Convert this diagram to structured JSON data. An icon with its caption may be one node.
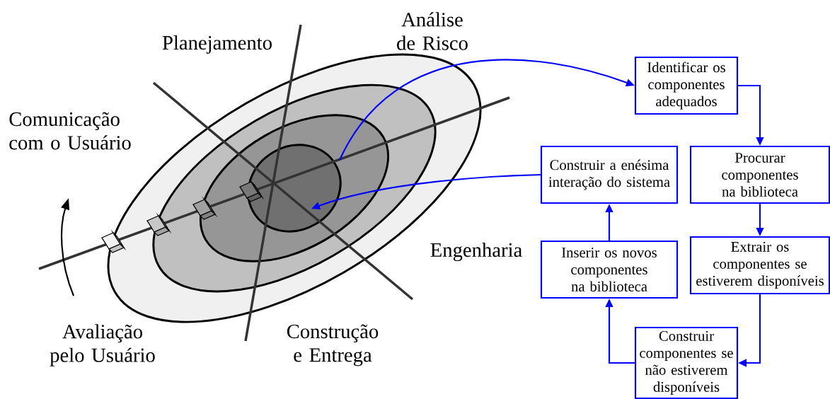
{
  "diagram": {
    "nodes": [
      {
        "text": [
          "Identificar os componentes adequados"
        ]
      },
      {
        "text": [
          "Construir a enésima interação do sistema"
        ]
      },
      {
        "text": [
          "Procurar componentes na biblioteca"
        ]
      },
      {
        "text": [
          "Inserir os novos componentes na biblioteca"
        ]
      },
      {
        "text": [
          "Extrair os componentes se estiverem disponíveis"
        ]
      },
      {
        "text": [
          "Construir componentes se não estiverem disponíveis"
        ]
      }
    ],
    "edges": [
      {
        "from": 0,
        "to": 2,
        "arrow": "to"
      },
      {
        "from": 2,
        "to": 4,
        "arrow": "to"
      },
      {
        "from": 4,
        "to": 5,
        "arrow": "to"
      },
      {
        "from": 5,
        "to": 3,
        "arrow": "to"
      },
      {
        "from": 3,
        "to": 1,
        "arrow": "to"
      },
      {
        "from": null,
        "to": 0,
        "arrow": "to"
      },
      {
        "from": 1,
        "to": null,
        "arrow": "to"
      }
    ],
    "labels": [
      "Análise de Risco",
      "Planejamento",
      "Comunicação com o Usuário",
      "Engenharia",
      "Avaliação pelo Usuário",
      "Construção e Entrega"
    ]
  }
}
